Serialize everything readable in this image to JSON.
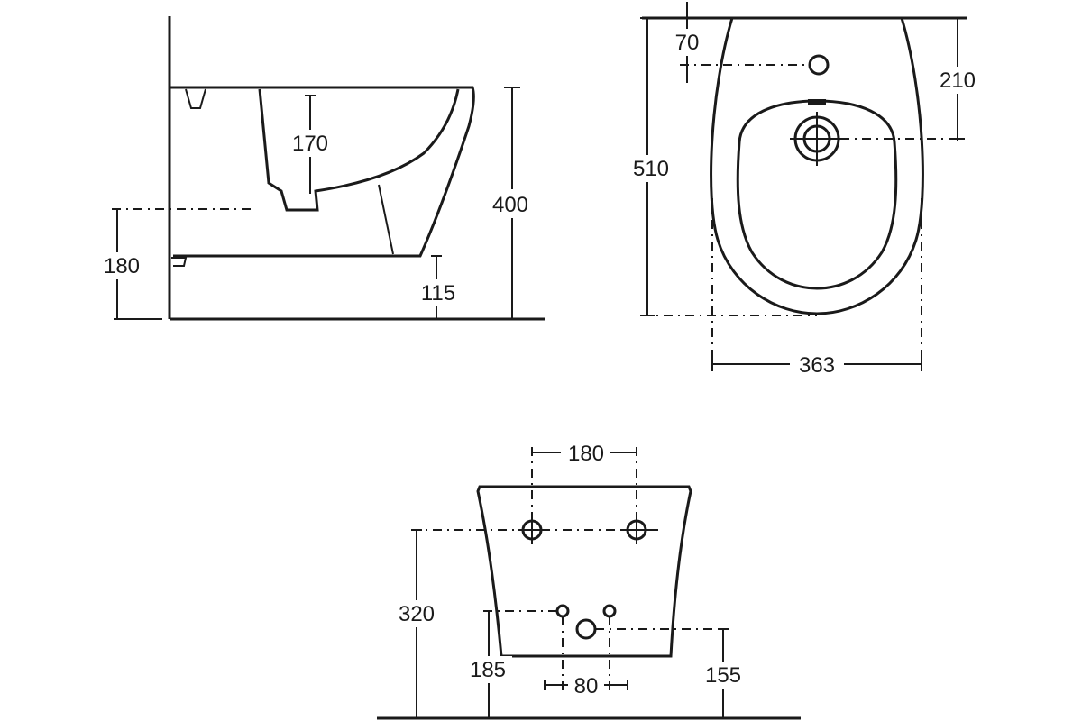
{
  "views": {
    "side": {
      "dims": {
        "height_total": "400",
        "inner_depth": "170",
        "mount_height": "180",
        "gap_bottom": "115"
      }
    },
    "top": {
      "dims": {
        "length": "510",
        "width": "363",
        "tap_offset": "70",
        "drain_offset": "210"
      }
    },
    "rear": {
      "dims": {
        "bolt_spacing": "180",
        "bolt_height": "320",
        "inlet_height": "185",
        "inlet_spacing": "80",
        "waste_height": "155"
      }
    }
  },
  "colors": {
    "line": "#1a1a1a",
    "background": "#ffffff"
  }
}
